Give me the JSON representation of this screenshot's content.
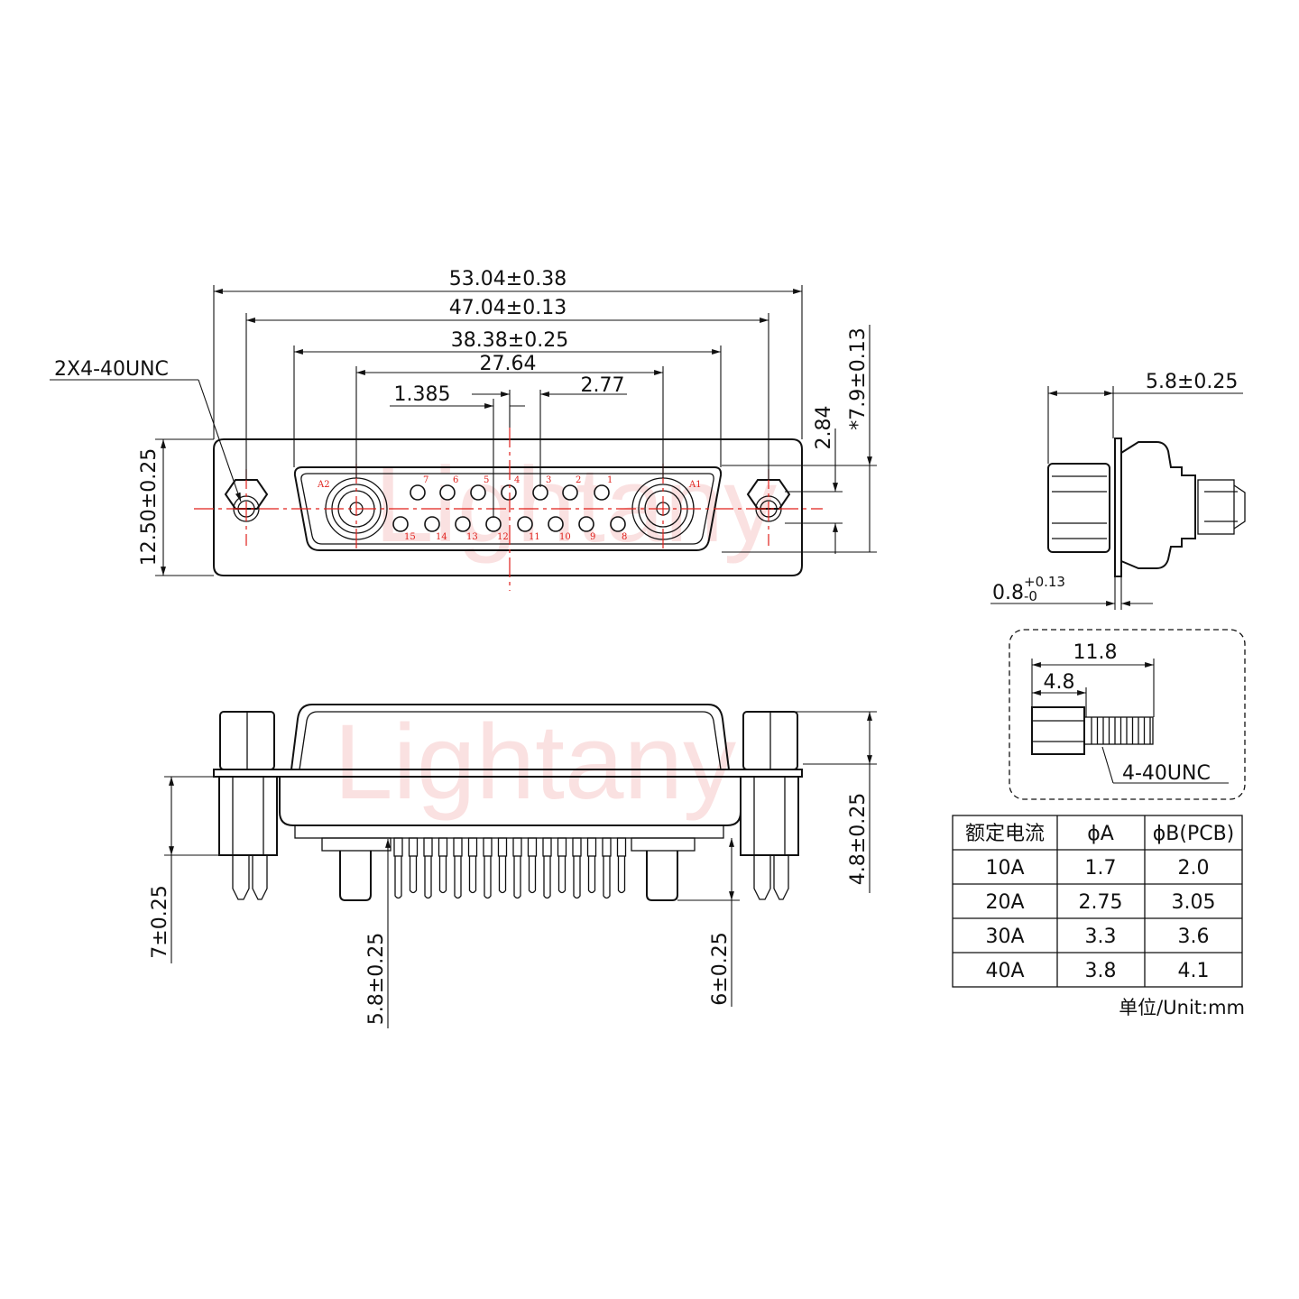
{
  "watermark": "Lightany",
  "front_view": {
    "dims": {
      "overall_width": "53.04±0.38",
      "mount_pitch": "47.04±0.13",
      "shell_width": "38.38±0.25",
      "coax_pitch": "27.64",
      "pin_pitch": "1.385",
      "pin_spacing": "2.77",
      "height": "12.50±0.25",
      "row_offset": "2.84",
      "shell_height": "*7.9±0.13",
      "mount_thread": "2X4-40UNC"
    },
    "pin_labels_top": [
      "7",
      "6",
      "5",
      "4",
      "3",
      "2",
      "1"
    ],
    "pin_labels_bottom": [
      "15",
      "14",
      "13",
      "12",
      "11",
      "10",
      "9",
      "8"
    ],
    "coax_labels": [
      "A2",
      "A1"
    ]
  },
  "side_view": {
    "dims": {
      "depth": "5.8±0.25",
      "flange_base": "0.8",
      "flange_tol_upper": "+0.13",
      "flange_tol_lower": "-0"
    }
  },
  "screw_detail": {
    "dims": {
      "length": "11.8",
      "head": "4.8",
      "thread": "4-40UNC"
    }
  },
  "bottom_view": {
    "dims": {
      "standoff_height": "4.8±0.25",
      "mount_pin_length": "7±0.25",
      "signal_pin_length": "5.8±0.25",
      "coax_pin_length": "6±0.25"
    }
  },
  "current_table": {
    "headers": [
      "额定电流",
      "ϕA",
      "ϕB(PCB)"
    ],
    "rows": [
      [
        "10A",
        "1.7",
        "2.0"
      ],
      [
        "20A",
        "2.75",
        "3.05"
      ],
      [
        "30A",
        "3.3",
        "3.6"
      ],
      [
        "40A",
        "3.8",
        "4.1"
      ]
    ]
  },
  "unit_note": "单位/Unit:mm"
}
